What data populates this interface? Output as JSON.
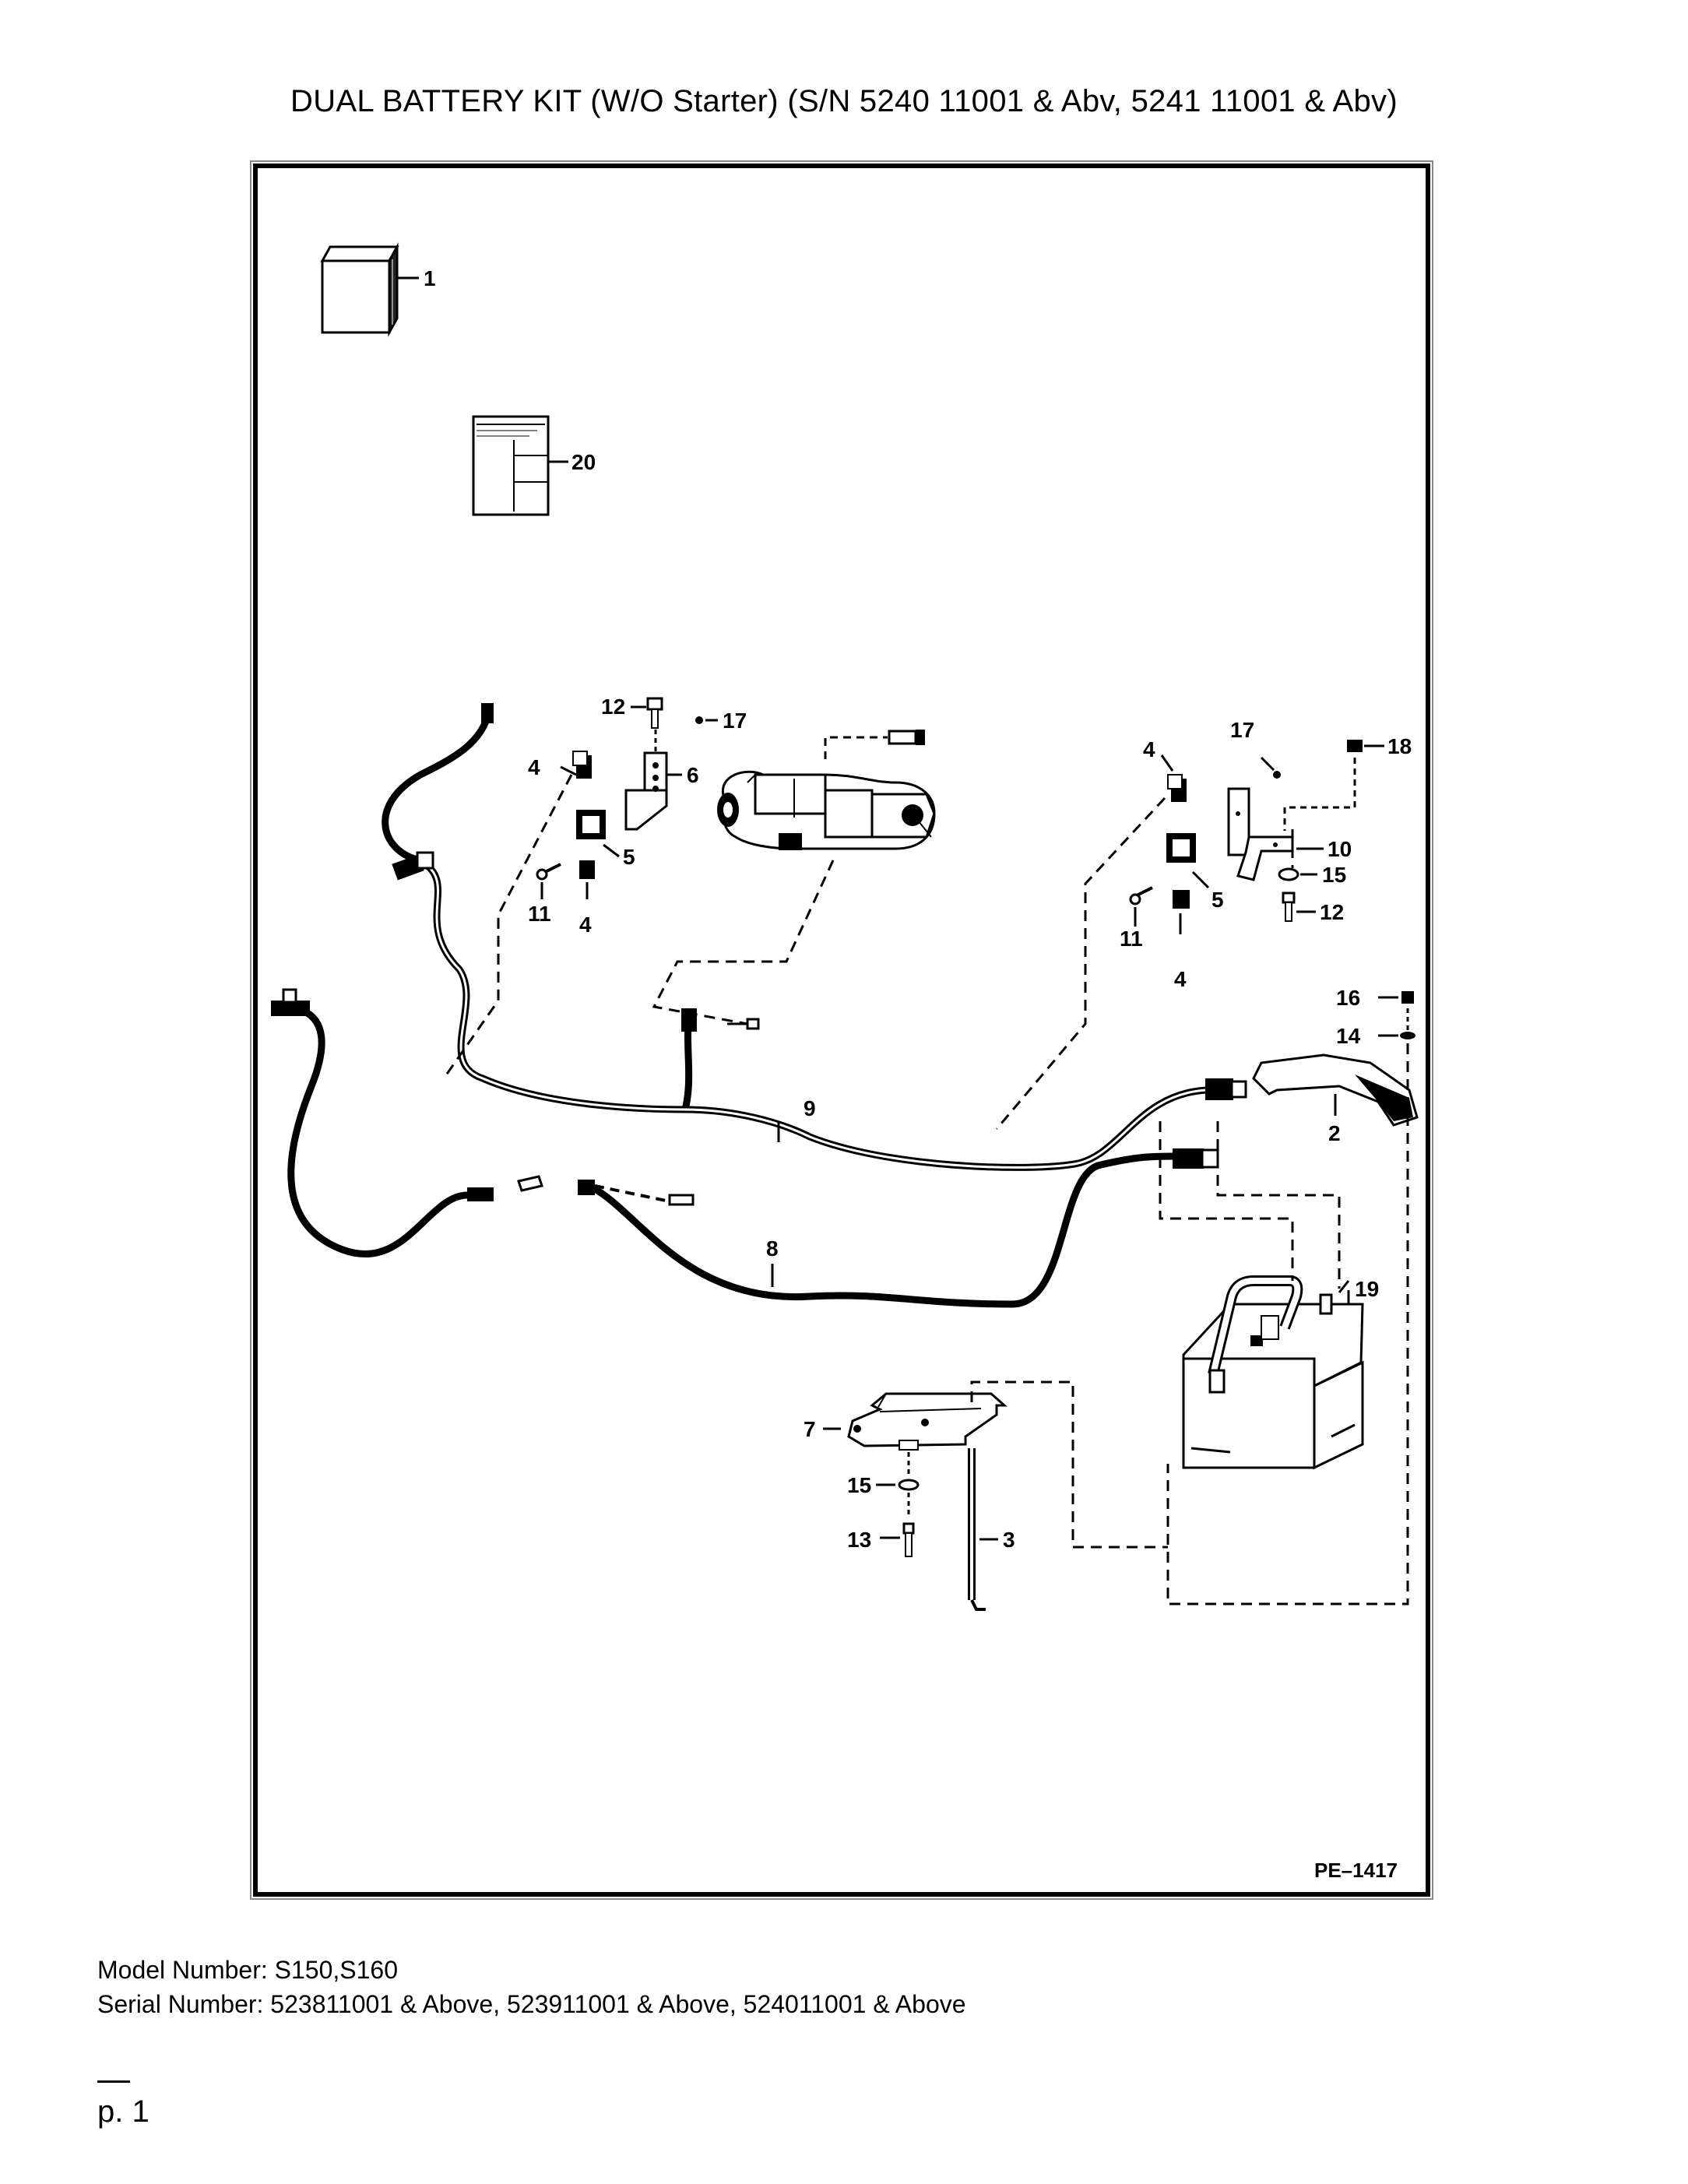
{
  "title": "DUAL BATTERY KIT (W/O Starter) (S/N 5240 11001 & Abv, 5241 11001 & Abv)",
  "diagram": {
    "code": "PE–1417",
    "callouts": [
      "1",
      "20",
      "12",
      "17",
      "4",
      "6",
      "5",
      "11",
      "4",
      "4",
      "17",
      "18",
      "10",
      "15",
      "12",
      "5",
      "11",
      "4",
      "16",
      "14",
      "2",
      "9",
      "8",
      "19",
      "7",
      "15",
      "13",
      "3"
    ]
  },
  "footer": {
    "model": "Model Number: S150,S160",
    "serial": "Serial Number: 523811001 & Above, 523911001 & Above, 524011001 & Above"
  },
  "page": "p. 1"
}
